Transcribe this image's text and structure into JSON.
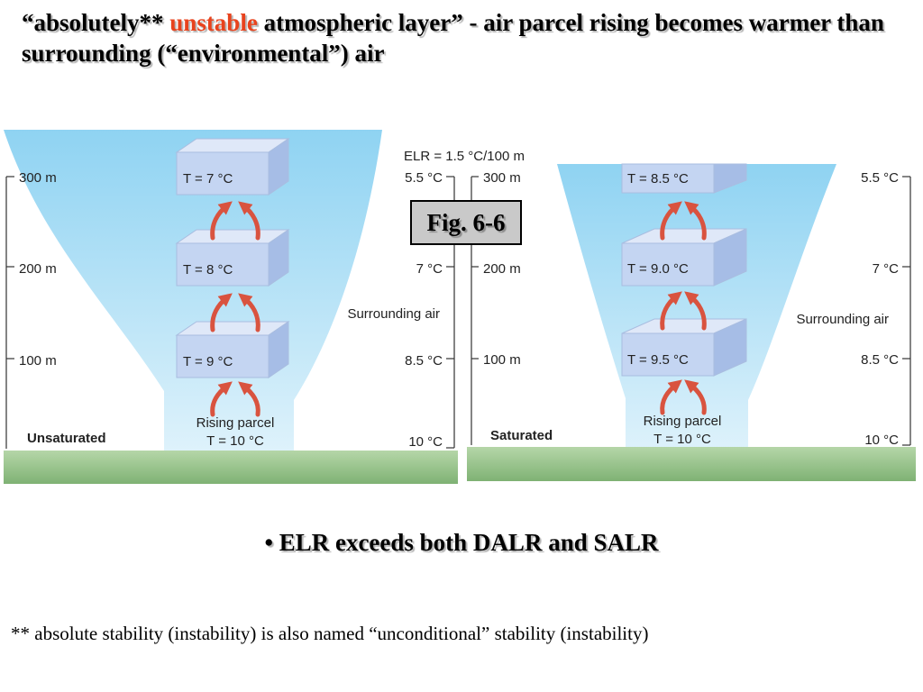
{
  "title": {
    "before": "“absolutely** ",
    "highlight": "unstable",
    "after": " atmospheric layer” - air parcel rising becomes warmer than surrounding (“environmental”) air"
  },
  "figure_label": "Fig. 6-6",
  "bullet": "ELR exceeds both DALR and SALR",
  "bullet_marker": "•",
  "footnote": "** absolute stability (instability) is also named “unconditional” stability (instability)",
  "colors": {
    "highlight": "#e8431d",
    "sky": "#a9def5",
    "ground": "#9cc68e",
    "arrow": "#d9533f",
    "box_front": "#bcd0ef"
  },
  "panels": [
    {
      "caption": "Unsaturated",
      "elr_label": "ELR = 1.5 °C/100 m",
      "surrounding_label": "Surrounding air",
      "rising_label": "Rising parcel",
      "base_temp": "T = 10 °C",
      "heights": [
        "300 m",
        "200 m",
        "100 m"
      ],
      "env_temps": [
        "5.5 °C",
        "7 °C",
        "8.5 °C",
        "10 °C"
      ],
      "parcel_temps": [
        "T = 7 °C",
        "T = 8 °C",
        "T =  9 °C"
      ]
    },
    {
      "caption": "Saturated",
      "surrounding_label": "Surrounding air",
      "rising_label": "Rising parcel",
      "base_temp": "T = 10 °C",
      "heights": [
        "300 m",
        "200 m",
        "100 m"
      ],
      "env_temps": [
        "5.5 °C",
        "7 °C",
        "8.5 °C",
        "10 °C"
      ],
      "parcel_temps": [
        "T = 8.5 °C",
        "T = 9.0 °C",
        "T = 9.5 °C"
      ]
    }
  ]
}
